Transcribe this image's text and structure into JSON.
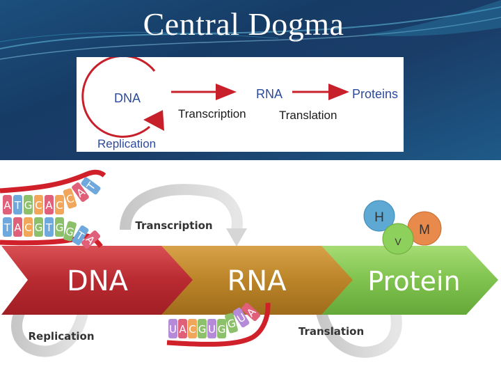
{
  "slide": {
    "title": "Central Dogma"
  },
  "simple_diagram": {
    "dna": "DNA",
    "rna": "RNA",
    "proteins": "Proteins",
    "transcription": "Transcription",
    "translation": "Translation",
    "replication": "Replication"
  },
  "illustration": {
    "dna": "DNA",
    "rna": "RNA",
    "protein": "Protein",
    "transcription": "Transcription",
    "translation": "Translation",
    "replication": "Replication",
    "amino_acids": [
      "H",
      "V",
      "M"
    ],
    "dna_top_letters": [
      "A",
      "T",
      "G",
      "C",
      "A",
      "C",
      "C",
      "A",
      "T"
    ],
    "dna_bottom_letters": [
      "T",
      "A",
      "C",
      "G",
      "T",
      "G",
      "G",
      "T",
      "A"
    ],
    "rna_letters": [
      "U",
      "A",
      "C",
      "G",
      "U",
      "G",
      "G",
      "U",
      "A"
    ]
  },
  "colors": {
    "header_blue": "#163c66",
    "dna_red": "#c7363c",
    "rna_gold": "#c18b2c",
    "protein_green": "#7fc24e",
    "arrow_red": "#d0202a"
  }
}
